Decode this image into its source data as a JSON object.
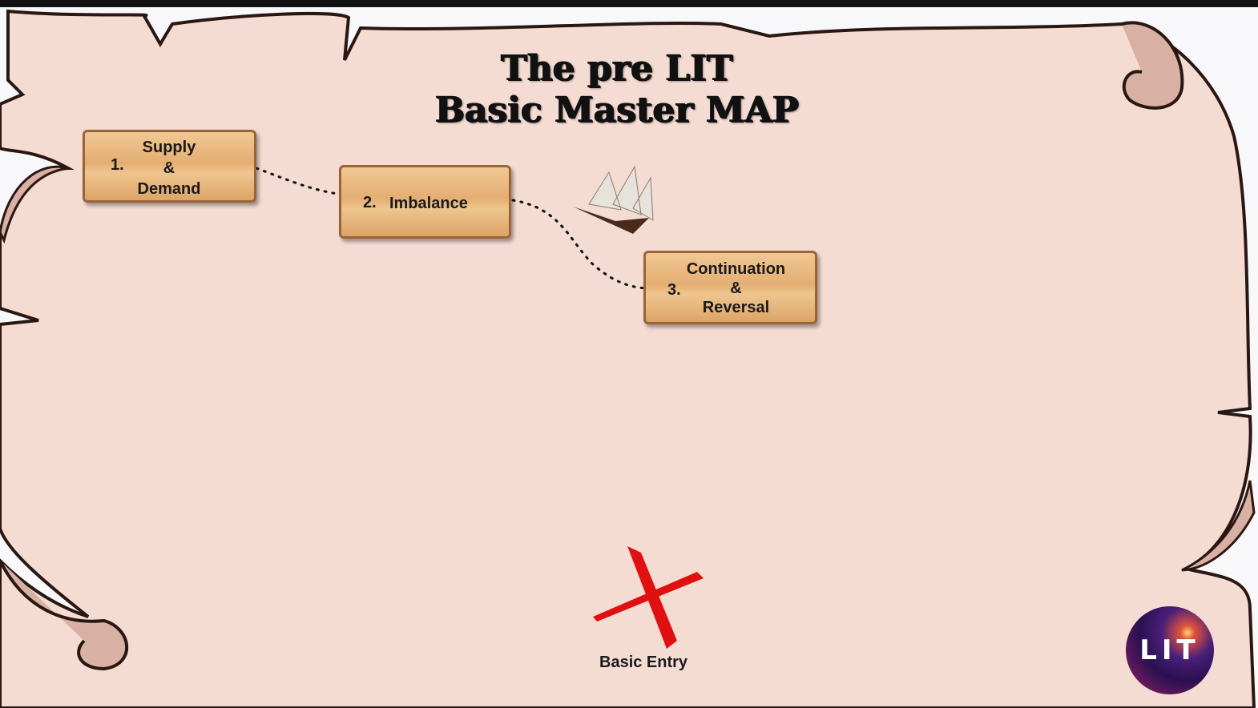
{
  "title": {
    "line1": "The pre LIT",
    "line2": "Basic Master MAP"
  },
  "steps": [
    {
      "number": "1.",
      "lines": [
        "Supply",
        "&",
        "Demand"
      ]
    },
    {
      "number": "2.",
      "lines": [
        "Imbalance"
      ]
    },
    {
      "number": "3.",
      "lines": [
        "Continuation",
        "&",
        "Reversal"
      ]
    }
  ],
  "target": {
    "label": "Basic Entry",
    "icon": "red-x-mark"
  },
  "logo": {
    "text": "LIT"
  },
  "colors": {
    "parchment": "#f5dcd3",
    "board": "#e8b87e",
    "x_mark": "#e01010"
  }
}
